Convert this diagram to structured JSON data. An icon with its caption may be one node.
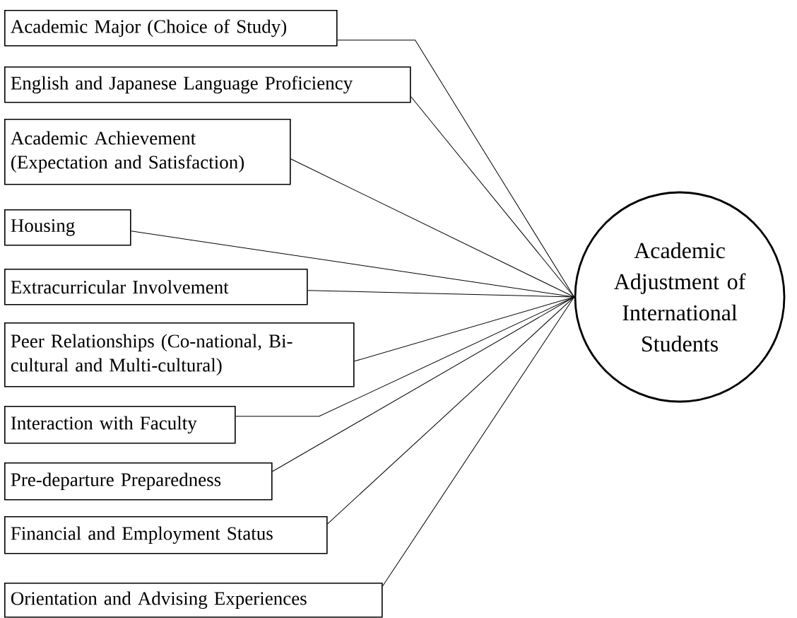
{
  "diagram": {
    "nodes": [
      {
        "text": [
          "Academic Major (Choice of Study)"
        ]
      },
      {
        "text": [
          "English and Japanese Language Proficiency"
        ]
      },
      {
        "text": [
          "Academic Achievement (Expectation and Satisfaction)"
        ]
      },
      {
        "text": [
          "Housing"
        ]
      },
      {
        "text": [
          "Extracurricular Involvement"
        ]
      },
      {
        "text": [
          "Peer Relationships (Co-national, Bi-cultural and Multi-cultural)"
        ]
      },
      {
        "text": [
          "Interaction with Faculty"
        ]
      },
      {
        "text": [
          "Pre-departure Preparedness"
        ]
      },
      {
        "text": [
          "Financial and Employment Status"
        ]
      },
      {
        "text": [
          "Orientation and Advising Experiences"
        ]
      },
      {
        "text": [
          "Academic Adjustment of International Students"
        ]
      }
    ],
    "edges": [
      {
        "from": 0,
        "to": 10,
        "arrow": "none"
      },
      {
        "from": 1,
        "to": 10,
        "arrow": "none"
      },
      {
        "from": 2,
        "to": 10,
        "arrow": "none"
      },
      {
        "from": 3,
        "to": 10,
        "arrow": "none"
      },
      {
        "from": 4,
        "to": 10,
        "arrow": "none"
      },
      {
        "from": 5,
        "to": 10,
        "arrow": "none"
      },
      {
        "from": 6,
        "to": 10,
        "arrow": "none"
      },
      {
        "from": 7,
        "to": 10,
        "arrow": "none"
      },
      {
        "from": 8,
        "to": 10,
        "arrow": "none"
      },
      {
        "from": 9,
        "to": 10,
        "arrow": "none"
      }
    ]
  }
}
